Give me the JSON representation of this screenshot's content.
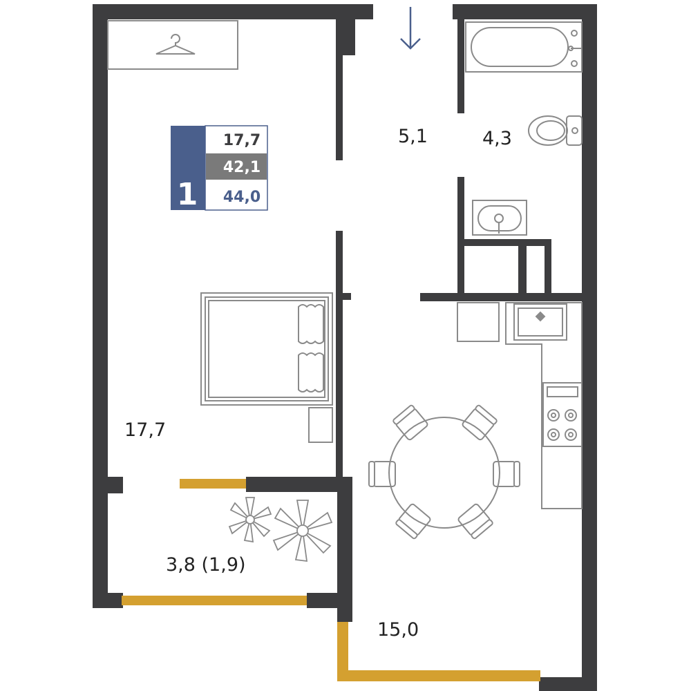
{
  "colors": {
    "wall": "#3d3d3f",
    "window": "#d4a030",
    "accent": "#4a5f8c",
    "furniture": "#8a8a8a",
    "total_area_bg": "#7a7a7a"
  },
  "summary_card": {
    "rooms_count": "1",
    "living_area": "17,7",
    "total_area": "42,1",
    "total_area_with_balcony": "44,0"
  },
  "rooms": {
    "bedroom": "17,7",
    "hallway": "5,1",
    "bathroom": "4,3",
    "kitchen_living": "15,0",
    "balcony": "3,8 (1,9)"
  },
  "icons": [
    "hanger-icon",
    "entrance-arrow-icon",
    "bathtub-icon",
    "toilet-icon",
    "sink-icon",
    "bed-icon",
    "plant-icon",
    "stove-icon",
    "dining-table-icon"
  ]
}
